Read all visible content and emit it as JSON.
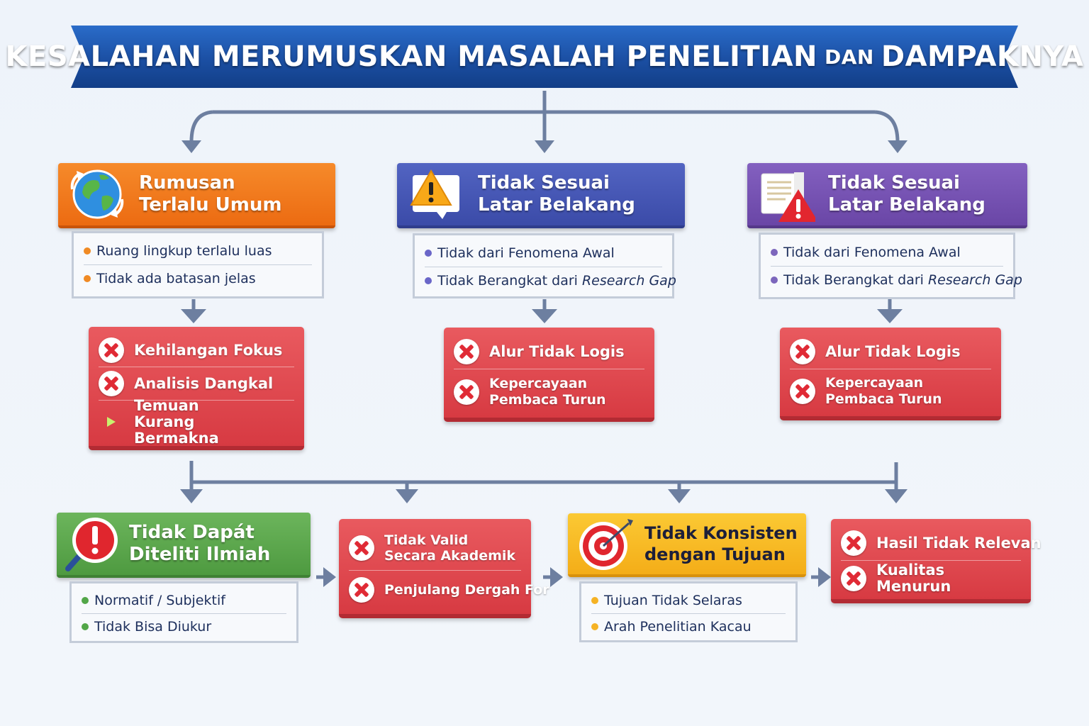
{
  "title": {
    "part1": "Kesalahan Merumuskan Masalah Penelitian",
    "connector": "dan",
    "part2": "Dampaknya"
  },
  "colors": {
    "banner": "#1b4fa3",
    "orange": "#ec6b12",
    "indigo": "#3b4ba8",
    "purple": "#6a46a6",
    "green": "#4e9a40",
    "yellow": "#f4ad18",
    "red": "#d73a42",
    "connector": "#6d7fa0"
  },
  "top_row": [
    {
      "title_line1": "Rumusan",
      "title_line2": "Terlalu Umum",
      "icon": "globe-icon",
      "bullets": [
        "Ruang lingkup terlalu luas",
        "Tidak ada batasan jelas"
      ],
      "impacts": [
        "Kehilangan Fokus",
        "Analisis Dangkal",
        "Temuan Kurang Bermakna"
      ]
    },
    {
      "title_line1": "Tidak Sesuai",
      "title_line2": "Latar Belakang",
      "icon": "warning-icon",
      "bullets": [
        "Tidak dari Fenomena Awal",
        "Tidak Berangkat dari",
        "Research Gap"
      ],
      "impacts": [
        "Alur Tidak Logis",
        "Kepercayaan Pembaca Turun"
      ]
    },
    {
      "title_line1": "Tidak Sesuai",
      "title_line2": "Latar Belakang",
      "icon": "document-alert-icon",
      "bullets": [
        "Tidak dari Fenomena Awal",
        "Tidak Berangkat dari",
        "Research Gap"
      ],
      "impacts": [
        "Alur Tidak Logis",
        "Kepercayaan Pembaca Turun"
      ]
    }
  ],
  "bottom_row": {
    "ilmiah": {
      "title_line1": "Tidak Dapát",
      "title_line2": "Diteliti Ilmiah",
      "icon": "magnifier-alert-icon",
      "bullets": [
        "Normatif / Subjektif",
        "Tidak Bisa Diukur"
      ]
    },
    "valid": {
      "items": [
        "Tidak Valid Secara Akademik",
        "Penjulang Dergah For"
      ]
    },
    "konsisten": {
      "title_line1": "Tidak Konsisten",
      "title_line2": "dengan Tujuan",
      "icon": "target-icon",
      "bullets": [
        "Tujuan Tidak Selaras",
        "Arah Penelitian Kacau"
      ]
    },
    "relevan": {
      "items": [
        "Hasil Tidak Relevan",
        "Kualitas Menurun"
      ]
    }
  }
}
